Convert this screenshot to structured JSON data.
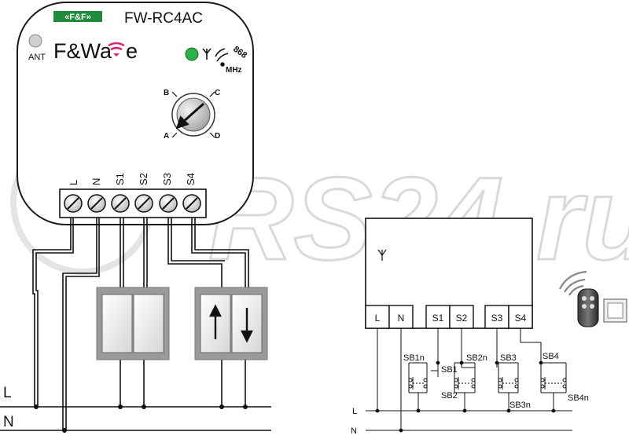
{
  "watermark": {
    "text": "RS24.ru",
    "color": "#e4e4e4"
  },
  "module": {
    "brand_badge": "«F&F»",
    "model": "FW-RC4AC",
    "logo_text_left": "F&Wa",
    "logo_text_right": "e",
    "ant_label": "ANT",
    "frequency_value": "868",
    "frequency_unit": "MHz",
    "led_color": "#2bb24c",
    "logo_accent_color": "#d6246e",
    "selector_positions": [
      "B",
      "C",
      "A",
      "D"
    ],
    "terminals": [
      "L",
      "N",
      "S1",
      "S2",
      "S3",
      "S4"
    ]
  },
  "mains": {
    "line_label": "L",
    "neutral_label": "N"
  },
  "switches": {
    "up_arrow_icon": "arrow-up-icon",
    "down_arrow_icon": "arrow-down-icon"
  },
  "schematic": {
    "terminals": [
      "L",
      "N",
      "S1",
      "S2",
      "S3",
      "S4"
    ],
    "line_label": "L",
    "neutral_label": "N",
    "button_labels": [
      "SB1n",
      "SB1",
      "SB2",
      "SB2n",
      "SB3",
      "SB3n",
      "SB4",
      "SB4n"
    ],
    "antenna_icon": "antenna-icon"
  },
  "remote": {
    "signal_icon": "wifi-signal-icon",
    "remote_icon": "remote-control-icon",
    "wall_switch_icon": "wall-switch-icon"
  }
}
